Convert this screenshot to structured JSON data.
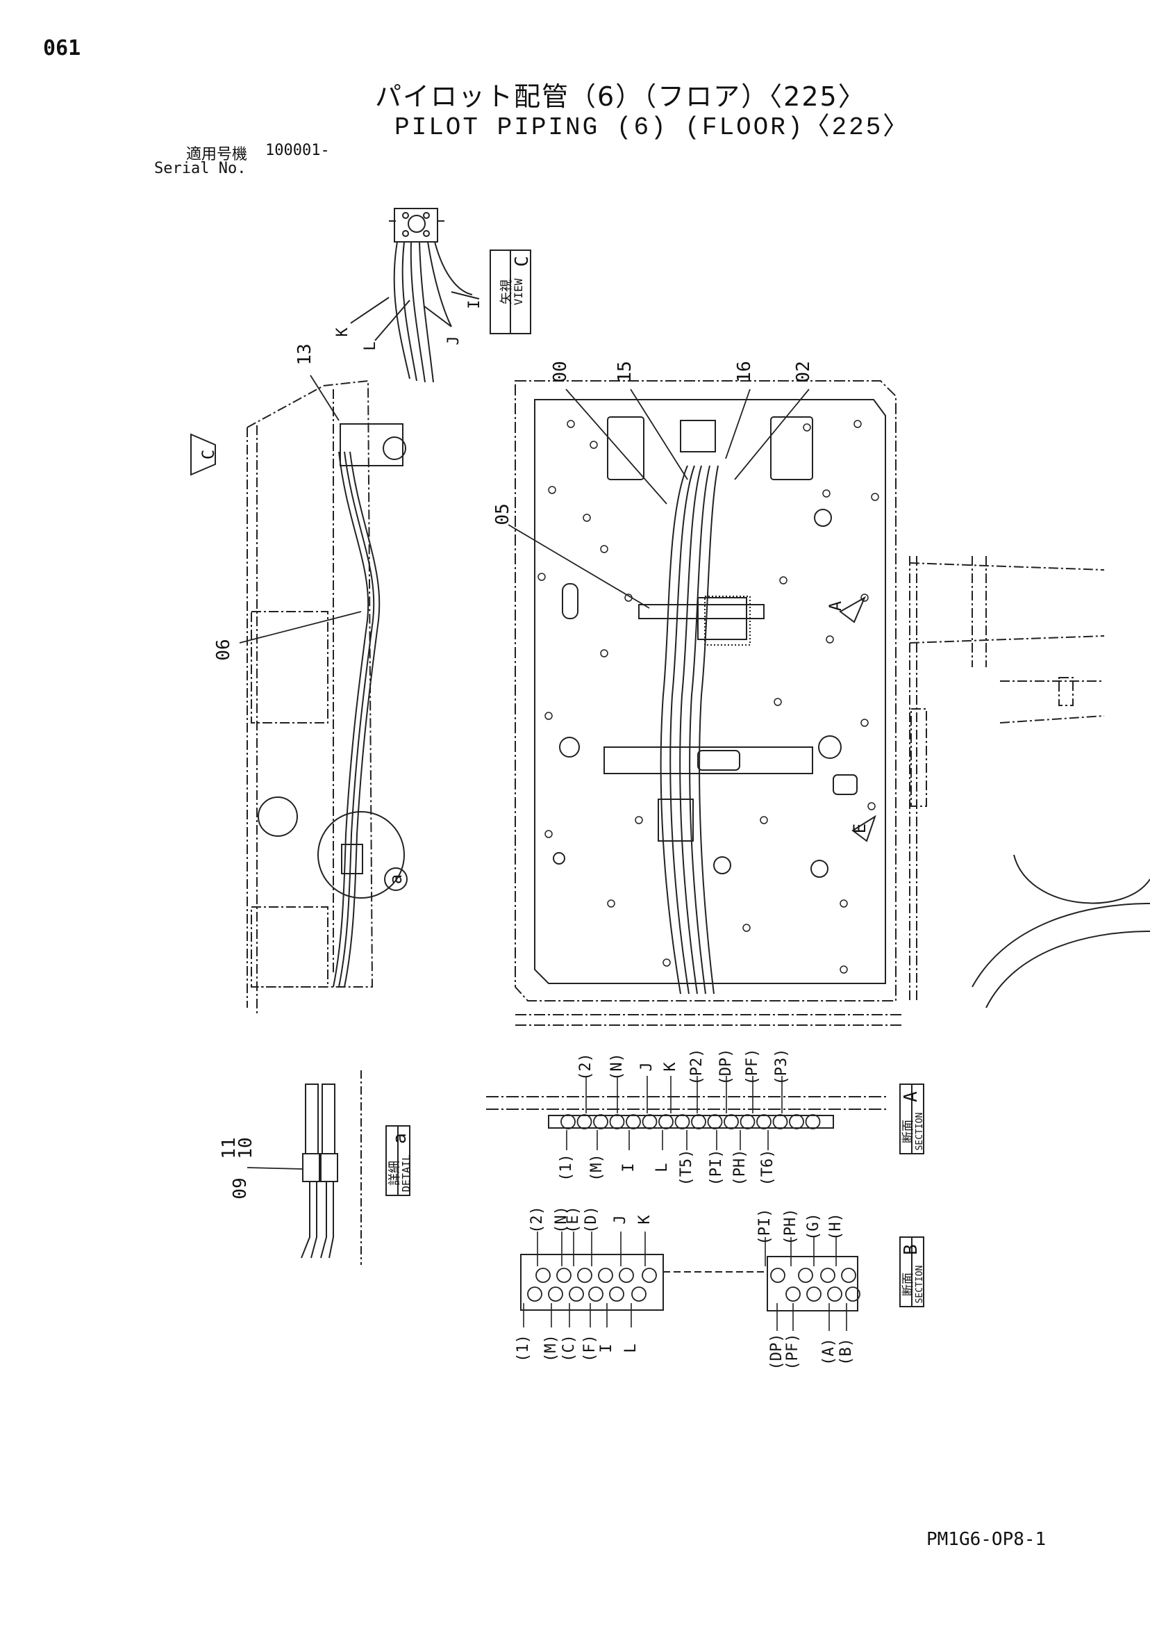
{
  "page_number": "061",
  "title_ja": "パイロット配管（6）（フロア）〈225〉",
  "title_en": "PILOT PIPING (6) (FLOOR)〈225〉",
  "serial_label_ja": "適用号機",
  "serial_value": "100001-",
  "serial_label_en": "Serial No.",
  "doc_code": "PM1G6-OP8-1",
  "part_callouts": [
    "13",
    "00",
    "15",
    "16",
    "02",
    "05",
    "06",
    "11",
    "10",
    "09"
  ],
  "view_labels": {
    "view_c": {
      "ja": "矢視",
      "en": "VIEW",
      "letter": "C"
    },
    "detail_a": {
      "ja": "詳細",
      "en": "DETAIL",
      "letter": "a"
    },
    "section_a": {
      "ja": "断面",
      "en": "SECTION",
      "letter": "A"
    },
    "section_b": {
      "ja": "断面",
      "en": "SECTION",
      "letter": "B"
    }
  },
  "view_c_hose_labels": [
    "K",
    "L",
    "J",
    "I"
  ],
  "markers": {
    "c": "C",
    "a_circle": "a",
    "a_arrow": "A",
    "e_arrow": "E"
  },
  "section_a_top": [
    "(2)",
    "(N)",
    "J",
    "K",
    "(P2)",
    "(DP)",
    "(PF)",
    "(P3)"
  ],
  "section_a_bottom": [
    "(1)",
    "(M)",
    "I",
    "L",
    "(T5)",
    "(PI)",
    "(PH)",
    "(T6)"
  ],
  "section_b_left_top": [
    "(2)",
    "(N)",
    "(E)",
    "(D)",
    "J",
    "K"
  ],
  "section_b_left_bottom": [
    "(1)",
    "(M)",
    "(C)",
    "(F)",
    "I",
    "L"
  ],
  "section_b_right_top": [
    "(PI)",
    "(PH)",
    "(G)",
    "(H)"
  ],
  "section_b_right_bottom": [
    "(DP)",
    "(PF)",
    "(A)",
    "(B)"
  ]
}
